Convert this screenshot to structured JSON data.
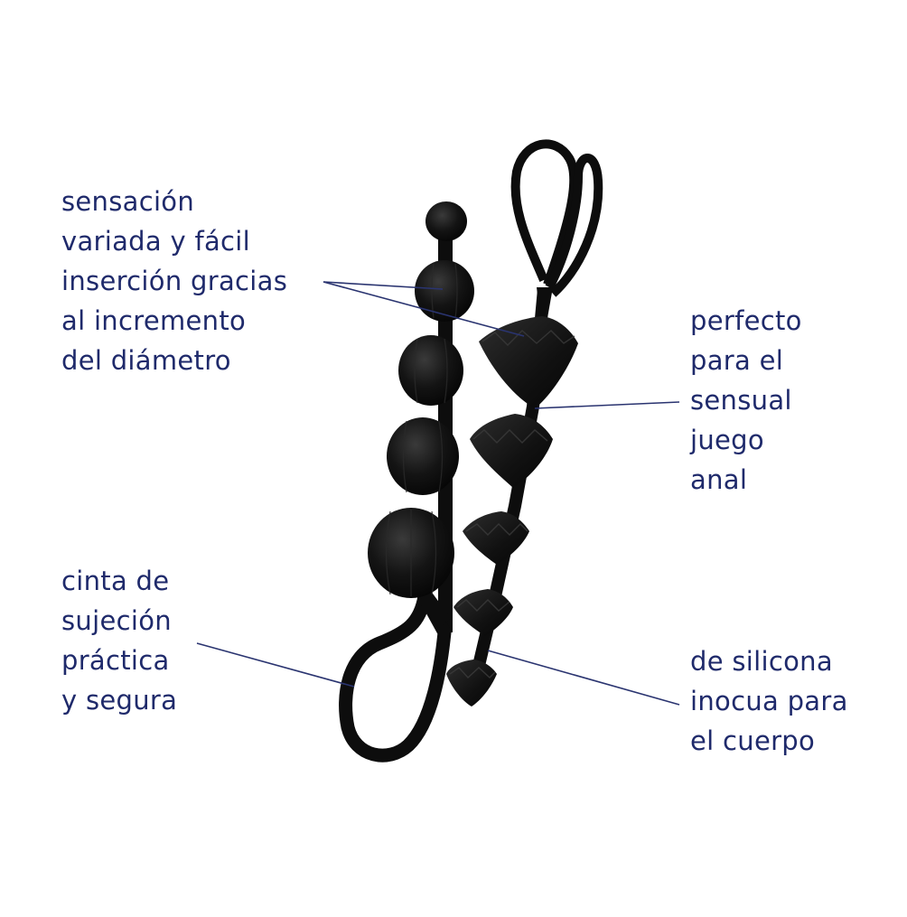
{
  "colors": {
    "text": "#1f2a6b",
    "leader_line": "#2a3470",
    "product": "#0d0d0d",
    "background": "#ffffff"
  },
  "callouts": {
    "top_left": {
      "lines": [
        "sensación",
        "variada y fácil",
        "inserción gracias",
        "al incremento",
        "del diámetro"
      ]
    },
    "top_right": {
      "lines": [
        "perfecto",
        "para el",
        "sensual",
        "juego",
        "anal"
      ]
    },
    "bottom_left": {
      "lines": [
        "cinta de",
        "sujeción",
        "práctica",
        "y segura"
      ]
    },
    "bottom_right": {
      "lines": [
        "de silicona",
        "inocua para",
        "el cuerpo"
      ]
    }
  },
  "product": {
    "items": [
      "round-beads-string",
      "diamond-beads-string"
    ]
  }
}
